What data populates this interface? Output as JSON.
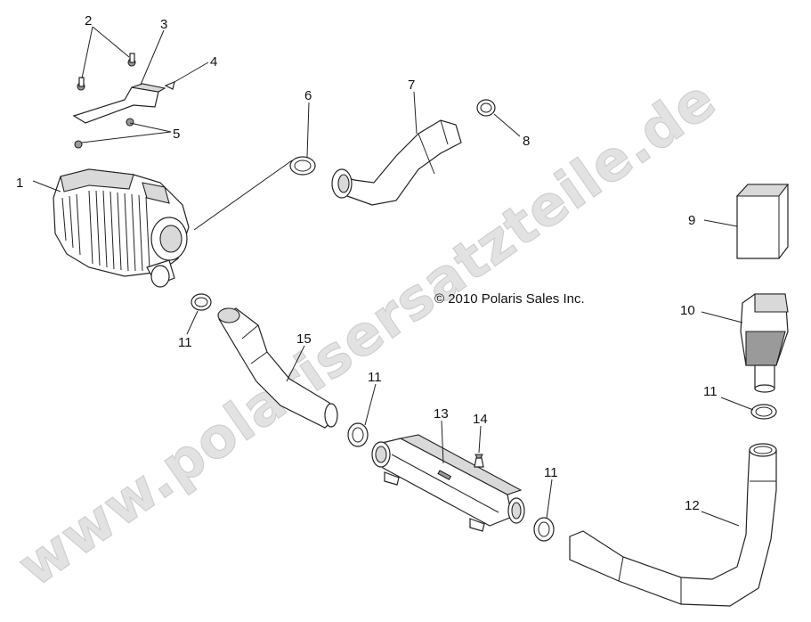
{
  "watermark": "www.polarisersatzteile.de",
  "copyright": "© 2010 Polaris Sales Inc.",
  "callouts": {
    "p1": "1",
    "p2": "2",
    "p3": "3",
    "p4": "4",
    "p5": "5",
    "p6": "6",
    "p7": "7",
    "p8": "8",
    "p9": "9",
    "p10": "10",
    "p11a": "11",
    "p11b": "11",
    "p11c": "11",
    "p11d": "11",
    "p12": "12",
    "p13": "13",
    "p14": "14",
    "p15": "15"
  },
  "colors": {
    "line": "#222222",
    "watermark": "#e2e2e2",
    "shade": "#d9d9d9"
  }
}
